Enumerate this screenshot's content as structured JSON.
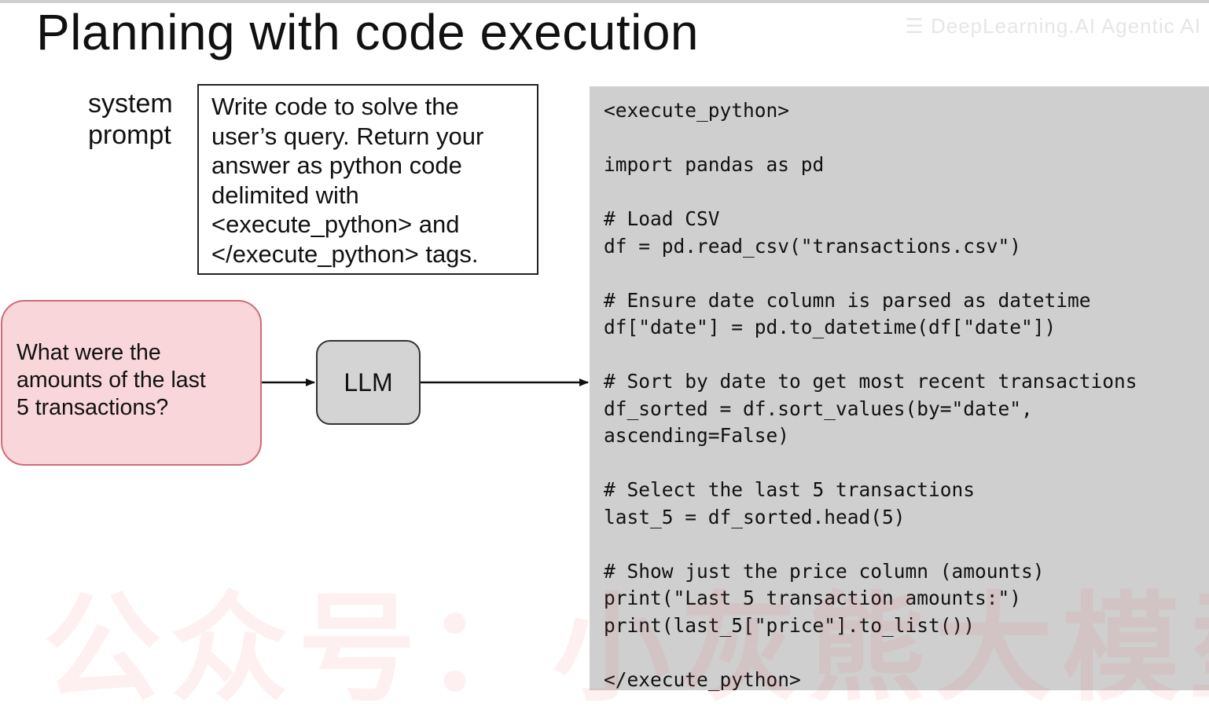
{
  "slide": {
    "title": "Planning with code execution",
    "logo": "☰ DeepLearning.AI Agentic AI"
  },
  "system_prompt": {
    "label_line1": "system",
    "label_line2": "prompt",
    "lines": [
      "Write code to solve the",
      "user’s query. Return your",
      "answer as python code",
      "delimited with",
      "<execute_python> and",
      "</execute_python> tags."
    ]
  },
  "query": {
    "lines": [
      "What were the",
      "amounts of the last",
      "5 transactions?"
    ]
  },
  "llm": {
    "label": "LLM"
  },
  "code": {
    "lines": [
      "<execute_python>",
      "",
      "import pandas as pd",
      "",
      "# Load CSV",
      "df = pd.read_csv(\"transactions.csv\")",
      "",
      "# Ensure date column is parsed as datetime",
      "df[\"date\"] = pd.to_datetime(df[\"date\"])",
      "",
      "# Sort by date to get most recent transactions",
      "df_sorted = df.sort_values(by=\"date\",",
      "ascending=False)",
      "",
      "# Select the last 5 transactions",
      "last_5 = df_sorted.head(5)",
      "",
      "# Show just the price column (amounts)",
      "print(\"Last 5 transaction amounts:\")",
      "print(last_5[\"price\"].to_list())",
      "",
      "</execute_python>"
    ]
  },
  "watermark": "公众号：小灰熊大模型",
  "colors": {
    "query_fill": "#f8d6d9",
    "query_border": "#cf6c78",
    "llm_fill": "#d4d4d4",
    "code_bg": "#cfcfcf"
  }
}
